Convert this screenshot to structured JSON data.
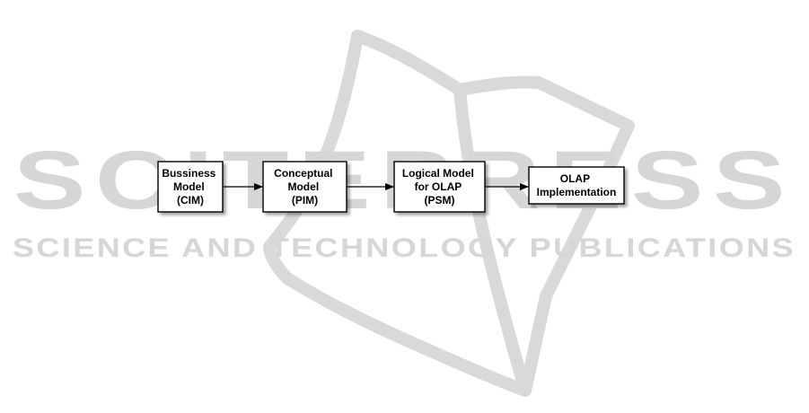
{
  "watermark": {
    "title": "SCITEPRESS",
    "subtitle": "SCIENCE AND TECHNOLOGY PUBLICATIONS"
  },
  "diagram": {
    "nodes": [
      {
        "id": "cim",
        "lines": [
          "Bussiness",
          "Model",
          "(CIM)"
        ]
      },
      {
        "id": "pim",
        "lines": [
          "Conceptual",
          "Model",
          "(PIM)"
        ]
      },
      {
        "id": "psm",
        "lines": [
          "Logical Model",
          "for OLAP",
          "(PSM)"
        ]
      },
      {
        "id": "olap",
        "lines": [
          "OLAP",
          "Implementation"
        ]
      }
    ],
    "edges": [
      {
        "from": "cim",
        "to": "pim"
      },
      {
        "from": "pim",
        "to": "psm"
      },
      {
        "from": "psm",
        "to": "olap"
      }
    ]
  }
}
